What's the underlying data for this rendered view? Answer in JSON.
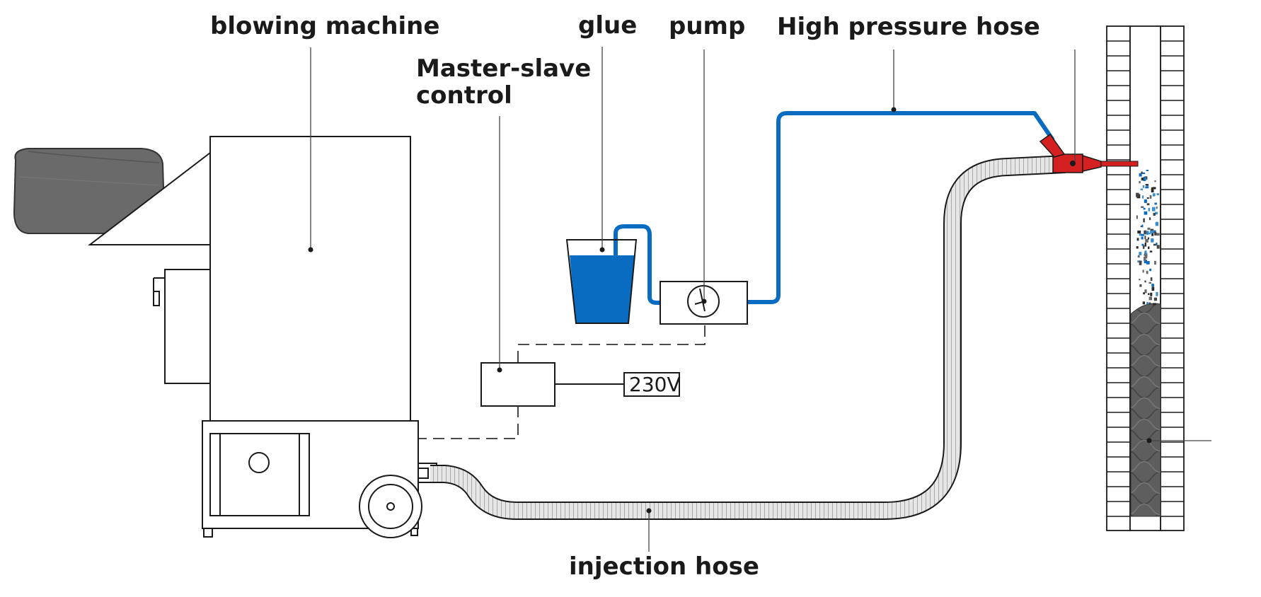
{
  "labels": {
    "blowing_machine": "blowing machine",
    "master_slave_line1": "Master-slave",
    "master_slave_line2": "control",
    "glue": "glue",
    "pump": "pump",
    "high_pressure_hose": "High pressure hose",
    "voltage": "230V",
    "injection_hose": "injection hose"
  },
  "colors": {
    "glue_blue": "#0a6cc0",
    "nozzle_red": "#d42020",
    "insulation_gray": "#5a5a5a",
    "hopper_bag_gray": "#6a6a6a",
    "hose_gray": "#bdbdbd",
    "line_black": "#1a1a1a"
  }
}
